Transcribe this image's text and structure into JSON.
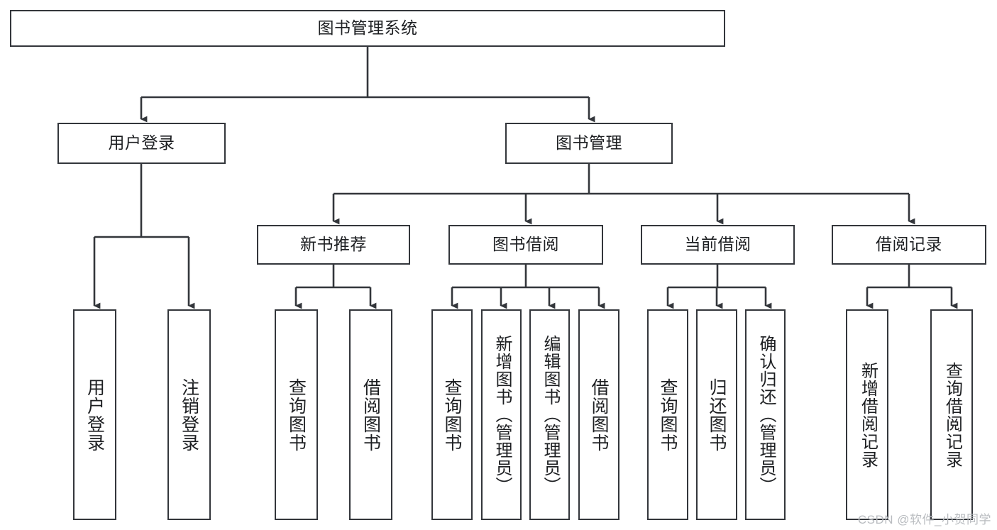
{
  "diagram": {
    "title": "图书管理系统",
    "type": "tree",
    "watermark": "CSDN @软件_小贺同学",
    "colors": {
      "stroke": "#33363b",
      "node_fill": "#ffffff",
      "text": "#1d1f22",
      "background": "#ffffff",
      "watermark": "#b9bcc0"
    },
    "levels": [
      {
        "level": 1,
        "nodes": [
          {
            "id": "root",
            "label": "图书管理系统",
            "orientation": "horizontal"
          }
        ]
      },
      {
        "level": 2,
        "nodes": [
          {
            "id": "user-login",
            "label": "用户登录",
            "orientation": "horizontal",
            "parent": "root"
          },
          {
            "id": "book-manage",
            "label": "图书管理",
            "orientation": "horizontal",
            "parent": "root"
          }
        ]
      },
      {
        "level": 3,
        "nodes": [
          {
            "id": "new-book-recommend",
            "label": "新书推荐",
            "orientation": "horizontal",
            "parent": "book-manage"
          },
          {
            "id": "book-borrow",
            "label": "图书借阅",
            "orientation": "horizontal",
            "parent": "book-manage"
          },
          {
            "id": "current-borrow",
            "label": "当前借阅",
            "orientation": "horizontal",
            "parent": "book-manage"
          },
          {
            "id": "borrow-record",
            "label": "借阅记录",
            "orientation": "horizontal",
            "parent": "book-manage"
          }
        ]
      },
      {
        "level": 4,
        "nodes": [
          {
            "id": "leaf-user-login",
            "label": "用户登录",
            "orientation": "vertical",
            "parent": "user-login"
          },
          {
            "id": "leaf-logout-login",
            "label": "注销登录",
            "orientation": "vertical",
            "parent": "user-login"
          },
          {
            "id": "leaf-query-book-1",
            "label": "查询图书",
            "orientation": "vertical",
            "parent": "new-book-recommend"
          },
          {
            "id": "leaf-borrow-book-1",
            "label": "借阅图书",
            "orientation": "vertical",
            "parent": "new-book-recommend"
          },
          {
            "id": "leaf-query-book-2",
            "label": "查询图书",
            "orientation": "vertical",
            "parent": "book-borrow"
          },
          {
            "id": "leaf-add-book",
            "label": "新增图书（管理员）",
            "orientation": "vertical",
            "parent": "book-borrow"
          },
          {
            "id": "leaf-edit-book",
            "label": "编辑图书（管理员）",
            "orientation": "vertical",
            "parent": "book-borrow"
          },
          {
            "id": "leaf-borrow-book-2",
            "label": "借阅图书",
            "orientation": "vertical",
            "parent": "book-borrow"
          },
          {
            "id": "leaf-query-book-3",
            "label": "查询图书",
            "orientation": "vertical",
            "parent": "current-borrow"
          },
          {
            "id": "leaf-return-book",
            "label": "归还图书",
            "orientation": "vertical",
            "parent": "current-borrow"
          },
          {
            "id": "leaf-confirm-return",
            "label": "确认归还（管理员）",
            "orientation": "vertical",
            "parent": "current-borrow"
          },
          {
            "id": "leaf-add-record",
            "label": "新增借阅记录",
            "orientation": "vertical",
            "parent": "borrow-record"
          },
          {
            "id": "leaf-query-record",
            "label": "查询借阅记录",
            "orientation": "vertical",
            "parent": "borrow-record"
          }
        ]
      }
    ]
  }
}
